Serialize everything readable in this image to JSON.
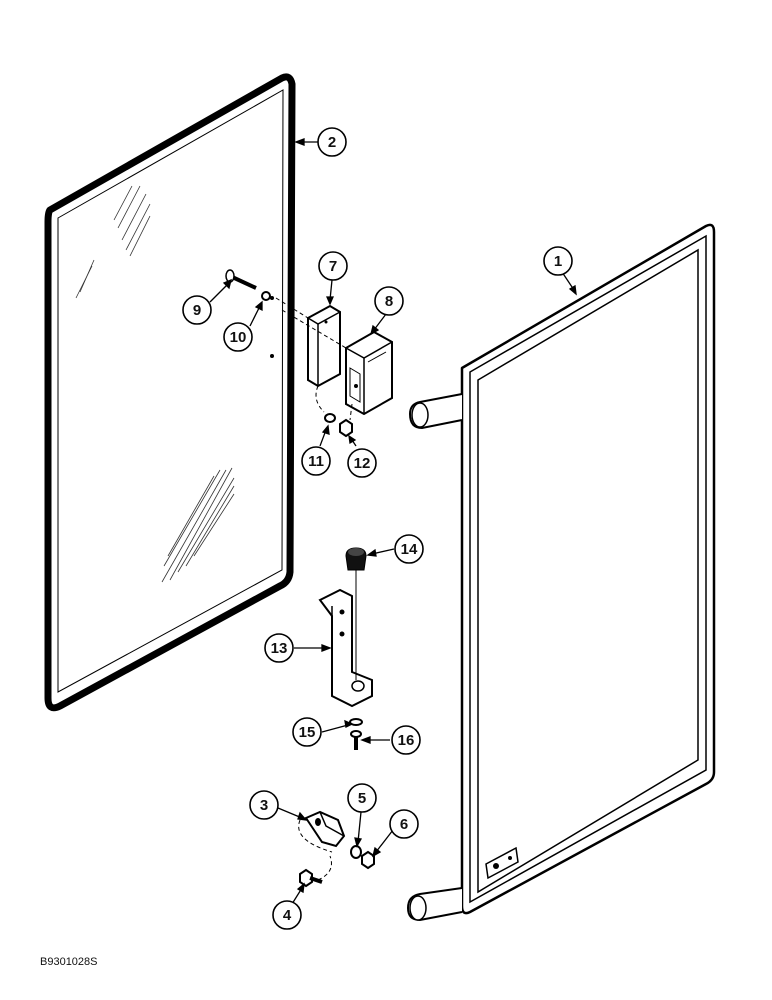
{
  "diagram": {
    "figure_code": "B9301028S",
    "callouts": [
      {
        "id": "1",
        "part": "door-frame"
      },
      {
        "id": "2",
        "part": "glass-with-seal"
      },
      {
        "id": "3",
        "part": "lower-latch-bracket"
      },
      {
        "id": "4",
        "part": "bolt"
      },
      {
        "id": "5",
        "part": "washer"
      },
      {
        "id": "6",
        "part": "nut"
      },
      {
        "id": "7",
        "part": "spacer-block"
      },
      {
        "id": "8",
        "part": "latch-housing"
      },
      {
        "id": "9",
        "part": "bolt"
      },
      {
        "id": "10",
        "part": "nut"
      },
      {
        "id": "11",
        "part": "washer"
      },
      {
        "id": "12",
        "part": "nut"
      },
      {
        "id": "13",
        "part": "hinge-bracket"
      },
      {
        "id": "14",
        "part": "rubber-bumper"
      },
      {
        "id": "15",
        "part": "washer"
      },
      {
        "id": "16",
        "part": "bolt"
      }
    ]
  }
}
